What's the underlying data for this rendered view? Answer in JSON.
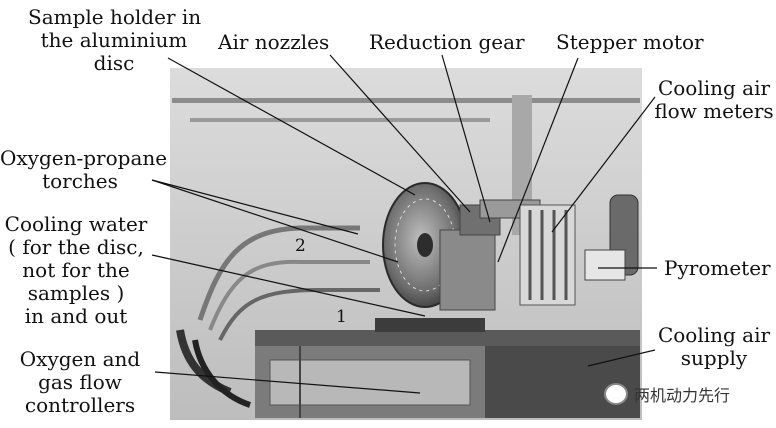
{
  "labels": {
    "sample_holder": [
      "Sample holder in",
      "the aluminium",
      "disc"
    ],
    "air_nozzles": "Air nozzles",
    "reduction_gear": "Reduction gear",
    "stepper_motor": "Stepper motor",
    "cooling_air_flow_meters": [
      "Cooling air",
      "flow meters"
    ],
    "oxygen_propane_torches": [
      "Oxygen-propane",
      "torches"
    ],
    "cooling_water": [
      "Cooling water",
      "( for the disc,",
      "not for the",
      "samples )",
      "in and out"
    ],
    "pyrometer": "Pyrometer",
    "cooling_air_supply": [
      "Cooling air",
      "supply"
    ],
    "oxygen_gas_flow_controllers": [
      "Oxygen and",
      "gas flow",
      "controllers"
    ]
  },
  "callout_numbers": {
    "torch_2": "2",
    "torch_1": "1"
  },
  "watermark": {
    "text": "两机动力先行",
    "icon": "wechat-logo-icon"
  },
  "colors": {
    "photo_bg": "#cfcfcf",
    "leader_line": "#111111"
  }
}
